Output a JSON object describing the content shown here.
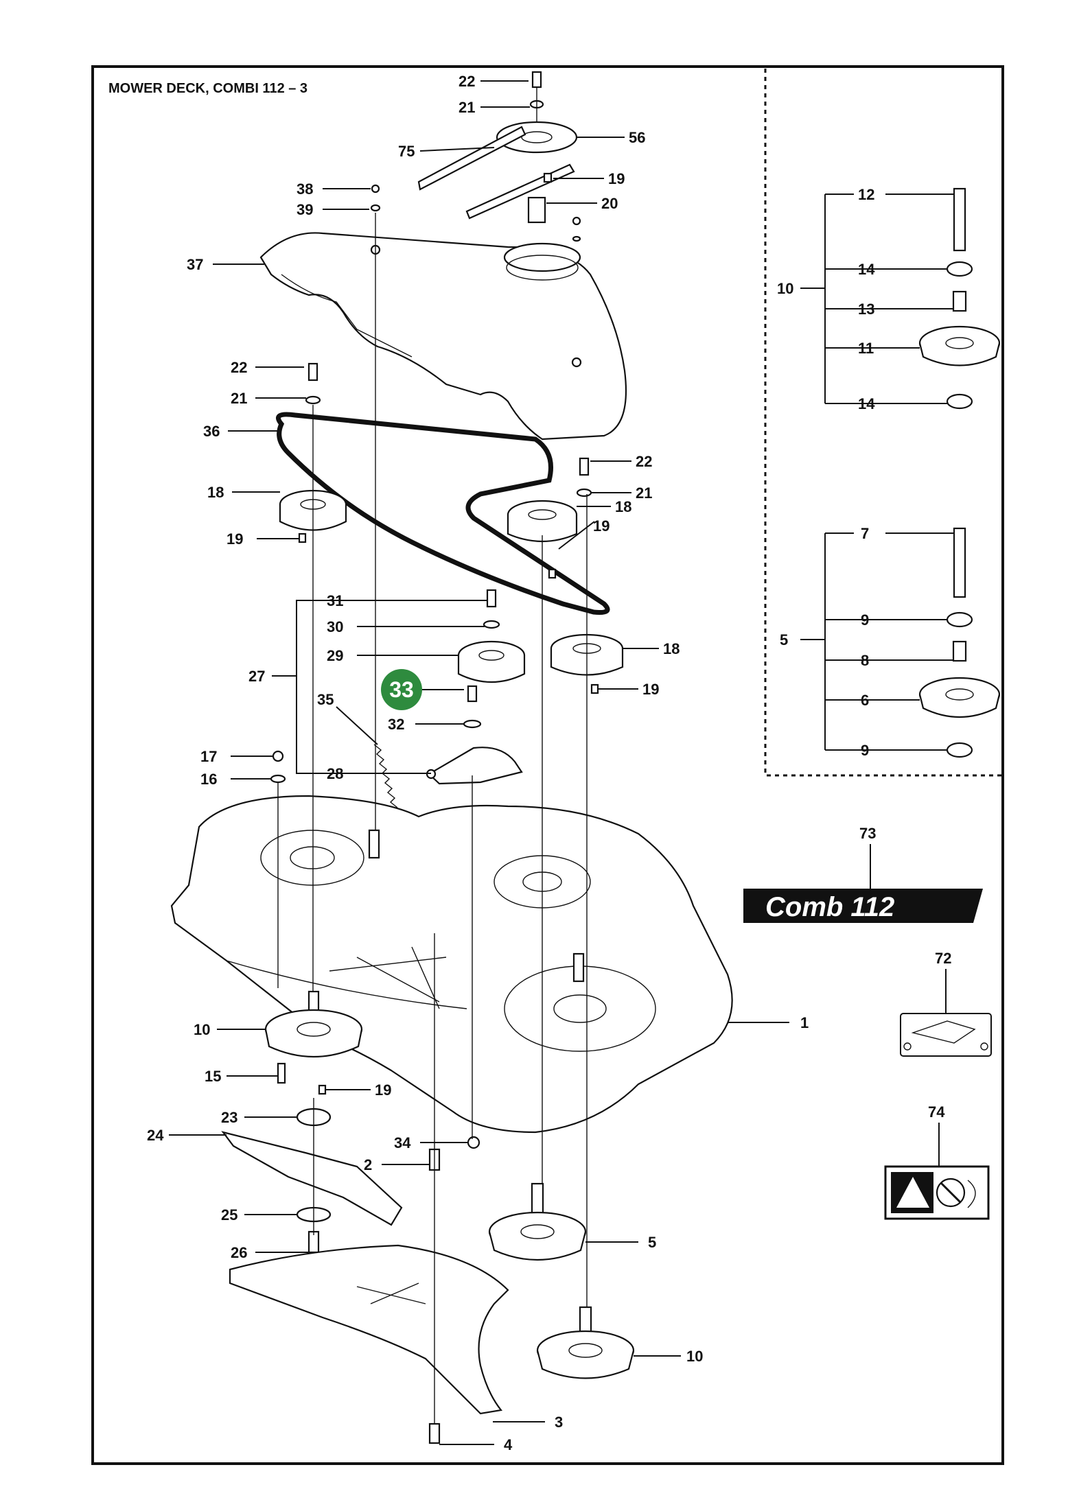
{
  "title": "MOWER DECK, COMBI 112 – 3",
  "highlight": {
    "label": "33",
    "color": "#2e8b3e"
  },
  "decal_text": "Comb 112",
  "labels": [
    {
      "id": "l22a",
      "text": "22"
    },
    {
      "id": "l21a",
      "text": "21"
    },
    {
      "id": "l75",
      "text": "75"
    },
    {
      "id": "l56",
      "text": "56"
    },
    {
      "id": "l38",
      "text": "38"
    },
    {
      "id": "l19a",
      "text": "19"
    },
    {
      "id": "l39",
      "text": "39"
    },
    {
      "id": "l20",
      "text": "20"
    },
    {
      "id": "l37",
      "text": "37"
    },
    {
      "id": "l22b",
      "text": "22"
    },
    {
      "id": "l21b",
      "text": "21"
    },
    {
      "id": "l36",
      "text": "36"
    },
    {
      "id": "l22c",
      "text": "22"
    },
    {
      "id": "l21c",
      "text": "21"
    },
    {
      "id": "l18a",
      "text": "18"
    },
    {
      "id": "l18b",
      "text": "18"
    },
    {
      "id": "l19b",
      "text": "19"
    },
    {
      "id": "l19c",
      "text": "19"
    },
    {
      "id": "l31",
      "text": "31"
    },
    {
      "id": "l30",
      "text": "30"
    },
    {
      "id": "l29",
      "text": "29"
    },
    {
      "id": "l27",
      "text": "27"
    },
    {
      "id": "l18c",
      "text": "18"
    },
    {
      "id": "l19d",
      "text": "19"
    },
    {
      "id": "l35",
      "text": "35"
    },
    {
      "id": "l32",
      "text": "32"
    },
    {
      "id": "l17",
      "text": "17"
    },
    {
      "id": "l16",
      "text": "16"
    },
    {
      "id": "l28",
      "text": "28"
    },
    {
      "id": "l1",
      "text": "1"
    },
    {
      "id": "l10a",
      "text": "10"
    },
    {
      "id": "l15",
      "text": "15"
    },
    {
      "id": "l19e",
      "text": "19"
    },
    {
      "id": "l23",
      "text": "23"
    },
    {
      "id": "l24",
      "text": "24"
    },
    {
      "id": "l34",
      "text": "34"
    },
    {
      "id": "l2",
      "text": "2"
    },
    {
      "id": "l25",
      "text": "25"
    },
    {
      "id": "l26",
      "text": "26"
    },
    {
      "id": "l5a",
      "text": "5"
    },
    {
      "id": "l10b",
      "text": "10"
    },
    {
      "id": "l3",
      "text": "3"
    },
    {
      "id": "l4",
      "text": "4"
    },
    {
      "id": "l12",
      "text": "12"
    },
    {
      "id": "l10c",
      "text": "10"
    },
    {
      "id": "l14a",
      "text": "14"
    },
    {
      "id": "l13",
      "text": "13"
    },
    {
      "id": "l11",
      "text": "11"
    },
    {
      "id": "l14b",
      "text": "14"
    },
    {
      "id": "l7",
      "text": "7"
    },
    {
      "id": "l5b",
      "text": "5"
    },
    {
      "id": "l9a",
      "text": "9"
    },
    {
      "id": "l8",
      "text": "8"
    },
    {
      "id": "l6",
      "text": "6"
    },
    {
      "id": "l9b",
      "text": "9"
    },
    {
      "id": "l73",
      "text": "73"
    },
    {
      "id": "l72",
      "text": "72"
    },
    {
      "id": "l74",
      "text": "74"
    }
  ]
}
